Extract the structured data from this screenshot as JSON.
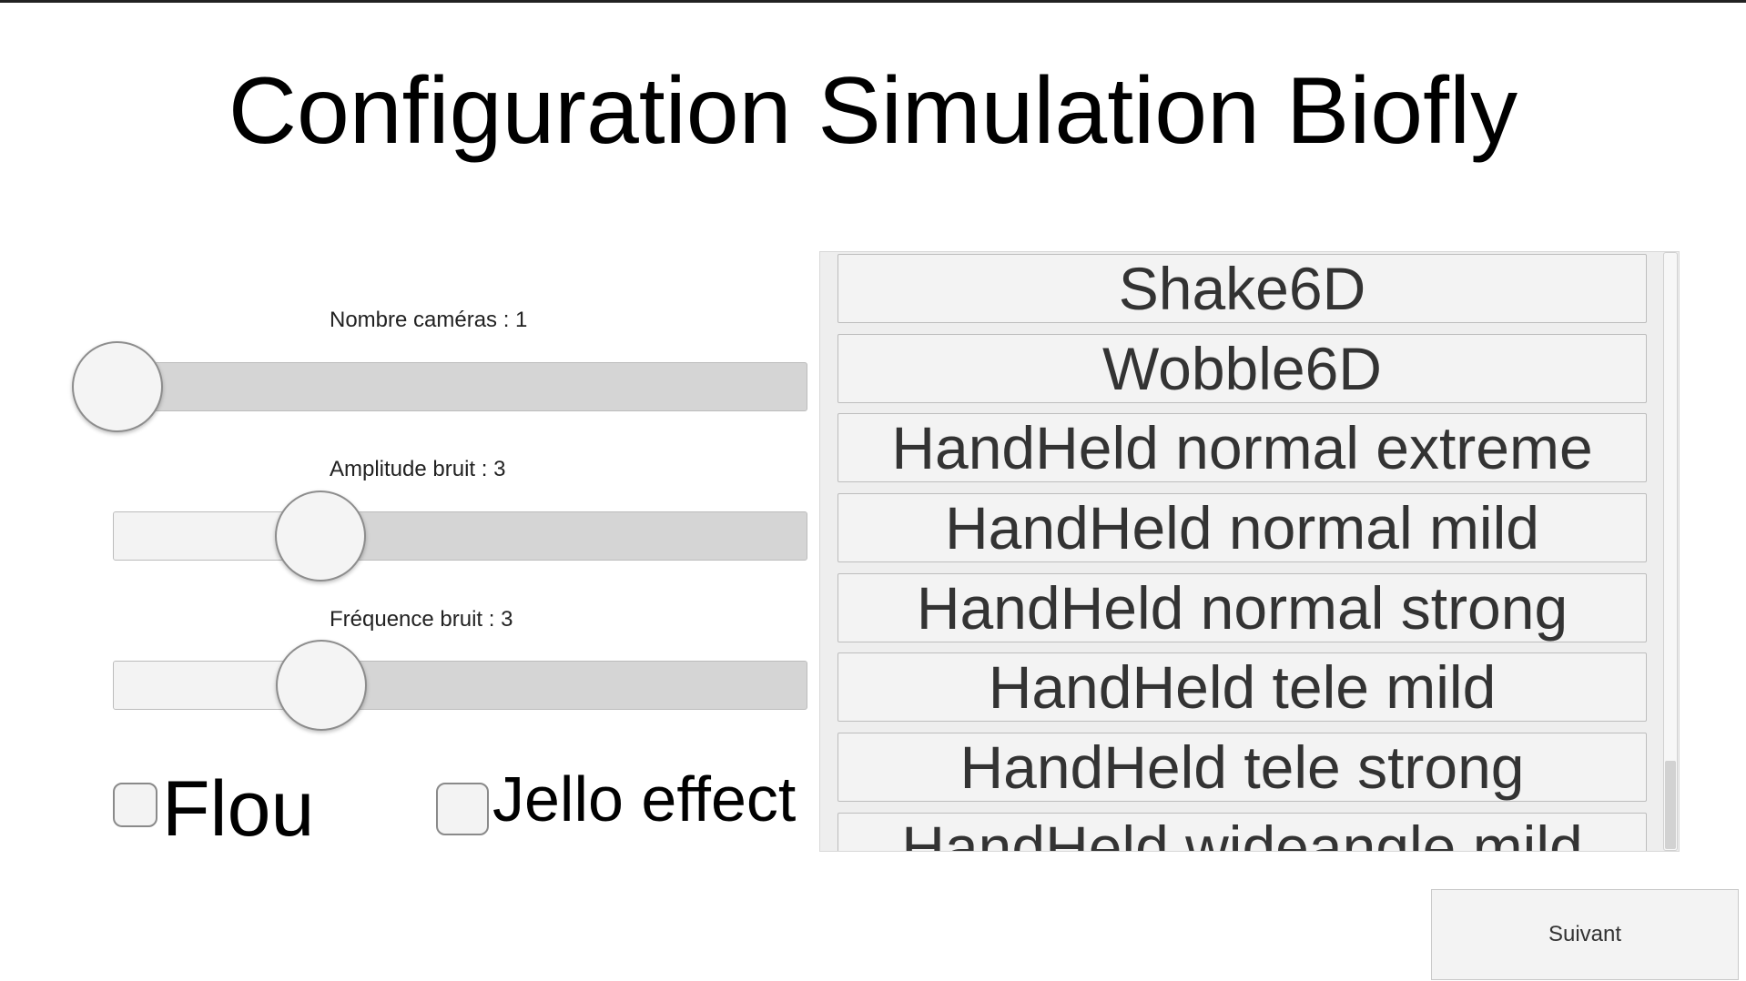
{
  "page": {
    "title": "Configuration Simulation Biofly"
  },
  "sliders": [
    {
      "label": "Nombre caméras : 1",
      "level": 0.0
    },
    {
      "label": "Amplitude bruit : 3",
      "level": 0.3
    },
    {
      "label": "Fréquence bruit : 3",
      "level": 0.3
    }
  ],
  "checkboxes": [
    {
      "label": "Flou",
      "checked": false
    },
    {
      "label": "Jello effect",
      "checked": false
    }
  ],
  "presets": {
    "items": [
      "Shake6D",
      "Wobble6D",
      "HandHeld normal extreme",
      "HandHeld normal mild",
      "HandHeld normal strong",
      "HandHeld tele mild",
      "HandHeld tele strong",
      "HandHeld wideangle mild"
    ]
  },
  "footer": {
    "next_label": "Suivant"
  }
}
